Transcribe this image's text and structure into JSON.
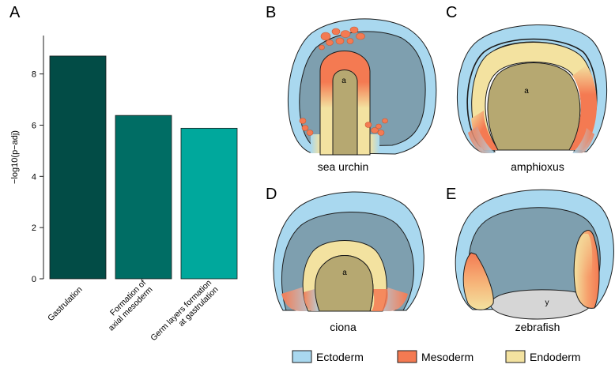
{
  "panels": {
    "a": "A",
    "b": "B",
    "c": "C",
    "d": "D",
    "e": "E"
  },
  "colors": {
    "ectoderm": "#a9d8ef",
    "mesoderm": "#f47a52",
    "endoderm": "#f3e2a0",
    "blastocoel": "#7e9faf",
    "archenteron": "#b6a871",
    "yolk": "#d6d6d6"
  },
  "chart_data": {
    "type": "bar",
    "categories": [
      "Gastrulation",
      "Formation of\naxial mesoderm",
      "Germ layers formation\nat gastrulation"
    ],
    "values": [
      8.7,
      6.38,
      5.88
    ],
    "bar_colors": [
      "#024c46",
      "#006d64",
      "#00a89c"
    ],
    "ylabel": "−log10(p−adj)",
    "ylim": [
      0,
      9.5
    ],
    "yticks": [
      "0",
      "2",
      "4",
      "6",
      "8"
    ],
    "grid": false
  },
  "embryos": {
    "sea_urchin": {
      "name": "sea urchin",
      "inner_label": "a"
    },
    "amphioxus": {
      "name": "amphioxus",
      "inner_label": "a"
    },
    "ciona": {
      "name": "ciona",
      "inner_label": "a"
    },
    "zebrafish": {
      "name": "zebrafish",
      "inner_label": "y"
    }
  },
  "legend": {
    "items": [
      {
        "label": "Ectoderm",
        "color": "#a9d8ef"
      },
      {
        "label": "Mesoderm",
        "color": "#f47a52"
      },
      {
        "label": "Endoderm",
        "color": "#f3e2a0"
      }
    ]
  }
}
